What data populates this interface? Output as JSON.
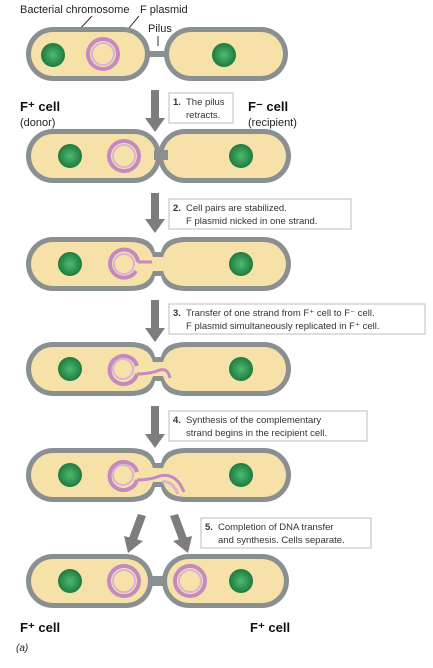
{
  "labels": {
    "bacterial_chromosome": "Bacterial chromosome",
    "f_plasmid": "F plasmid",
    "pilus": "Pilus",
    "donor_title": "F⁺ cell",
    "donor_sub": "(donor)",
    "recipient_title": "F⁻ cell",
    "recipient_sub": "(recipient)",
    "result_left": "F⁺ cell",
    "result_right": "F⁺ cell",
    "panel": "(a)"
  },
  "steps": [
    {
      "num": "1.",
      "lines": [
        "The pilus",
        "retracts."
      ]
    },
    {
      "num": "2.",
      "lines": [
        "Cell pairs are stabilized.",
        "F plasmid nicked in one strand."
      ]
    },
    {
      "num": "3.",
      "lines": [
        "Transfer of one strand from F⁺ cell to F⁻ cell.",
        "F plasmid simultaneously replicated in F⁺ cell."
      ]
    },
    {
      "num": "4.",
      "lines": [
        "Synthesis of the complementary",
        "strand begins in the recipient cell."
      ]
    },
    {
      "num": "5.",
      "lines": [
        "Completion of DNA transfer",
        "and synthesis. Cells separate."
      ]
    }
  ],
  "colors": {
    "cell_outer": "#8a8f92",
    "cell_inner": "#f6e2a8",
    "chromosome": "#2f9a55",
    "plasmid": "#c48ac0",
    "step_box_border": "#bcbcbc",
    "arrow": "#7d7d7d"
  }
}
